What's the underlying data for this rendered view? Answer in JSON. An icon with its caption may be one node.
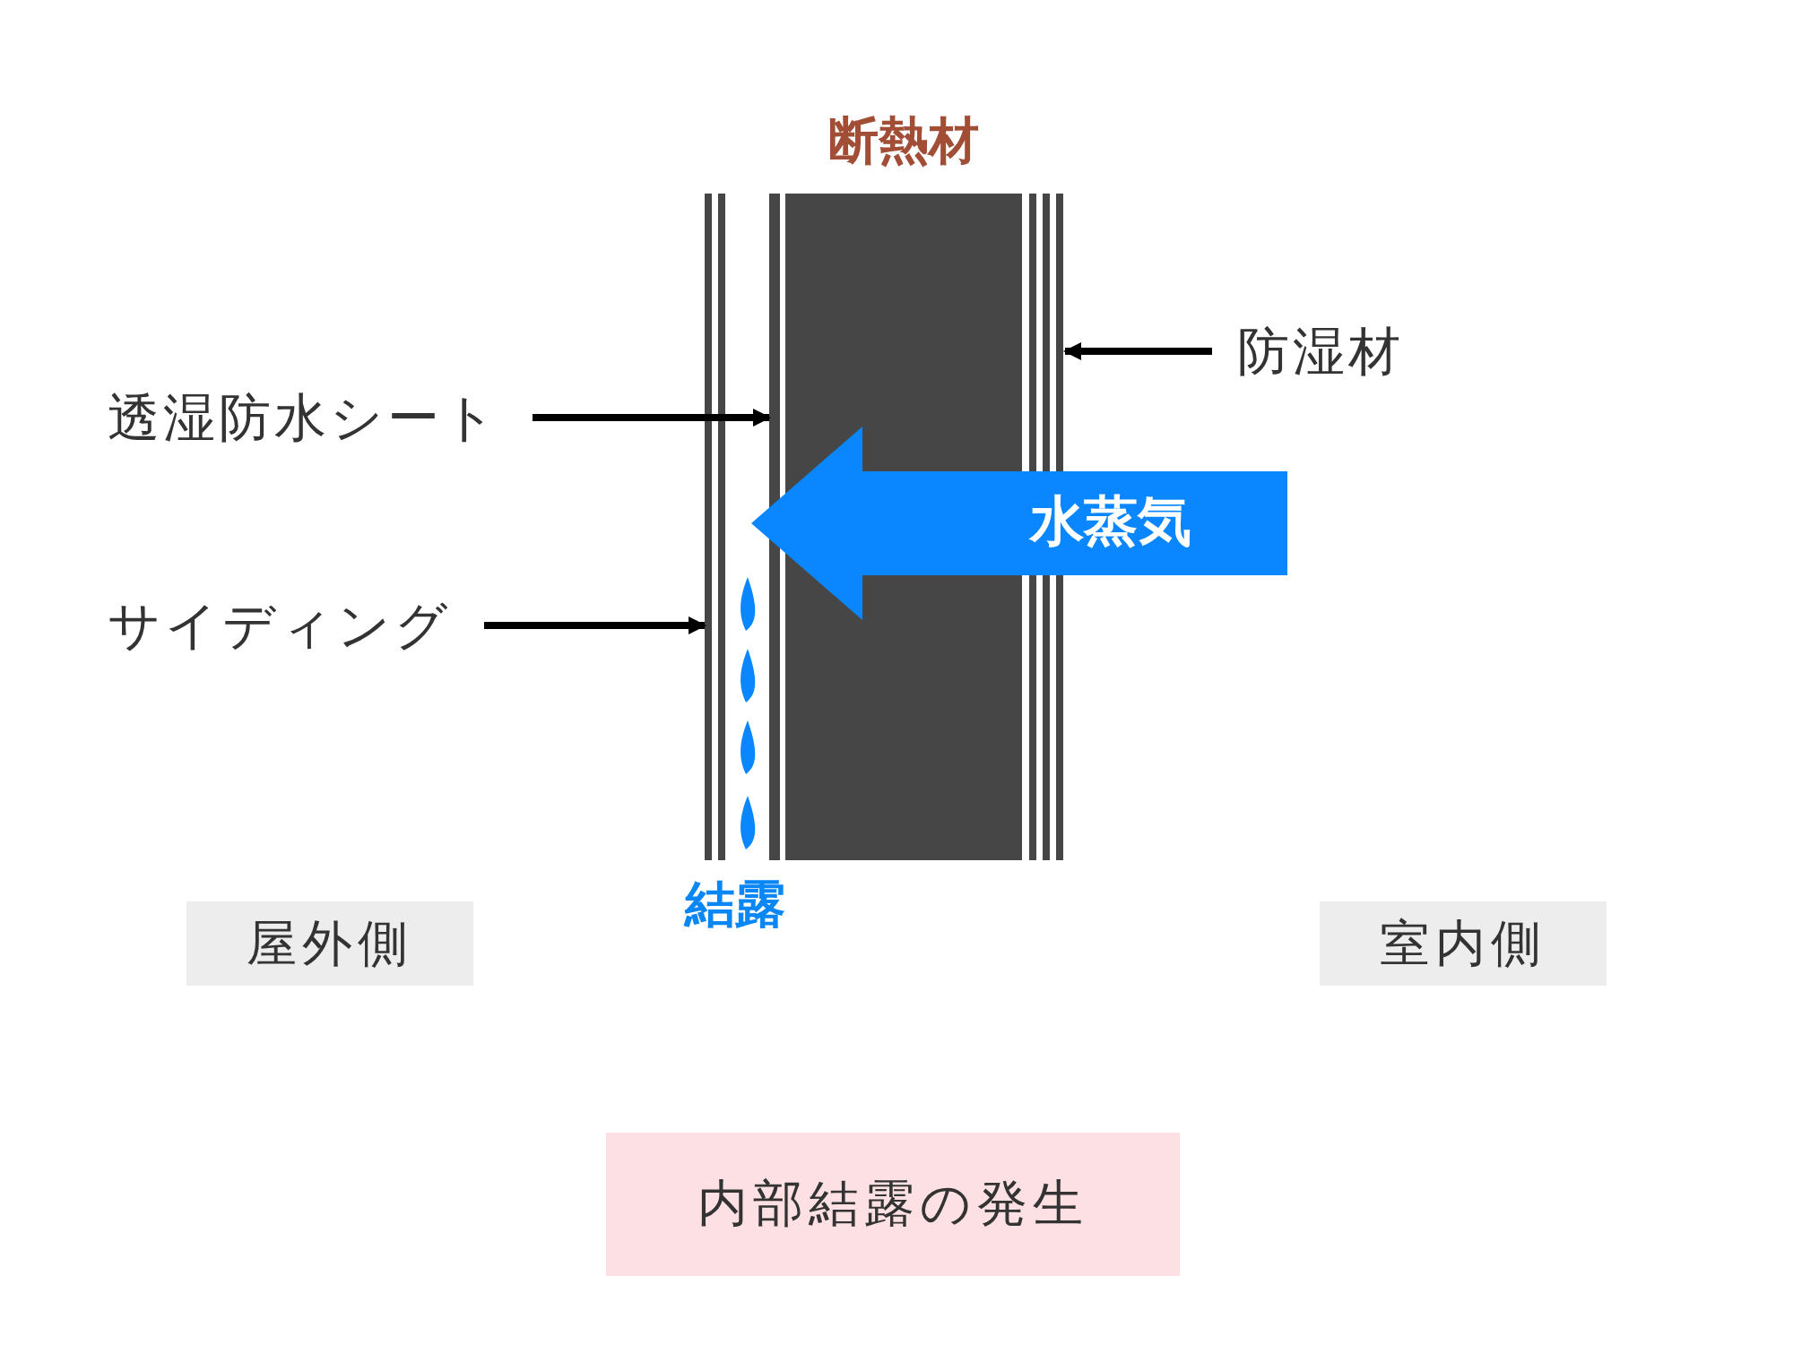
{
  "diagram": {
    "nodes": [
      {
        "text": [
          "断熱材"
        ]
      },
      {
        "text": [
          "防湿材"
        ]
      },
      {
        "text": [],
        "shape": "bar"
      },
      {
        "text": [
          "透湿防水シート"
        ]
      },
      {
        "text": [],
        "shape": "bar"
      },
      {
        "text": [
          "サイディング"
        ]
      },
      {
        "text": [],
        "shape": "bar"
      },
      {
        "text": [
          "屋外側"
        ]
      },
      {
        "text": [
          "室内側"
        ]
      },
      {
        "text": [
          "内部結露の発生"
        ]
      }
    ],
    "edges": [
      {
        "from": 1,
        "to": 6,
        "arrow": "to"
      },
      {
        "from": 3,
        "to": 4,
        "arrow": "to"
      },
      {
        "from": null,
        "to": 4,
        "arrow": "to",
        "label": "水蒸気",
        "style": "thick",
        "color": "#0a87ff"
      },
      {
        "from": 5,
        "to": 2,
        "arrow": "to"
      }
    ],
    "labels": [
      "結露"
    ]
  }
}
